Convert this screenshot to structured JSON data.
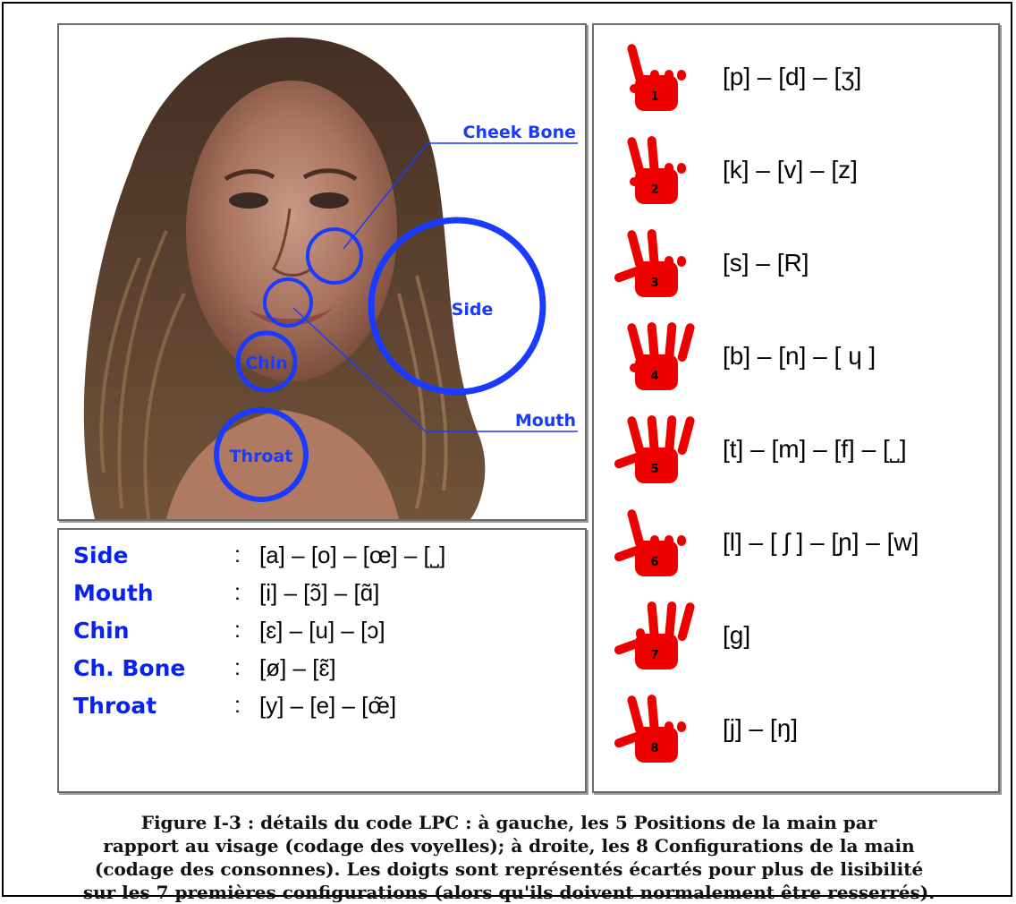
{
  "face_panel": {
    "labels": {
      "cheek_bone": "Cheek Bone",
      "side": "Side",
      "mouth": "Mouth",
      "chin": "Chin",
      "throat": "Throat"
    },
    "circle_color": "#1a3bff",
    "label_color": "#1a3bff"
  },
  "legend": {
    "rows": [
      {
        "name": "Side",
        "colon": ":",
        "phonemes": "[a] – [o] – [œ] – [˽]"
      },
      {
        "name": "Mouth",
        "colon": ":",
        "phonemes": "[i] – [ɔ̃] – [ɑ̃]"
      },
      {
        "name": "Chin",
        "colon": ":",
        "phonemes": "[ɛ] – [u] – [ɔ]"
      },
      {
        "name": "Ch. Bone",
        "colon": ":",
        "phonemes": "[ø] – [ɛ̃]"
      },
      {
        "name": "Throat",
        "colon": ":",
        "phonemes": "[y] – [e] – [œ̃]"
      }
    ]
  },
  "hands": {
    "color": "#ee0000",
    "items": [
      {
        "number": "1",
        "phonemes": "[p] – [d] – [ʒ]"
      },
      {
        "number": "2",
        "phonemes": "[k] – [v] – [z]"
      },
      {
        "number": "3",
        "phonemes": "[s] – [R]"
      },
      {
        "number": "4",
        "phonemes": "[b] – [n] – [ ɥ ]"
      },
      {
        "number": "5",
        "phonemes": "[t] – [m] – [f] – [˽]"
      },
      {
        "number": "6",
        "phonemes": "[l] – [ ʃ ] – [ɲ] – [w]"
      },
      {
        "number": "7",
        "phonemes": "[g]"
      },
      {
        "number": "8",
        "phonemes": "[j] – [ŋ]"
      }
    ]
  },
  "caption": {
    "lines": [
      "Figure I-3 : détails du code LPC : à gauche, les 5 Positions de la main par",
      "rapport au visage (codage des voyelles); à droite, les 8 Configurations  de la main",
      "(codage des consonnes). Les doigts sont représentés écartés  pour plus de lisibilité",
      "sur les 7 premières configurations (alors qu'ils doivent normalement être resserrés)."
    ]
  }
}
